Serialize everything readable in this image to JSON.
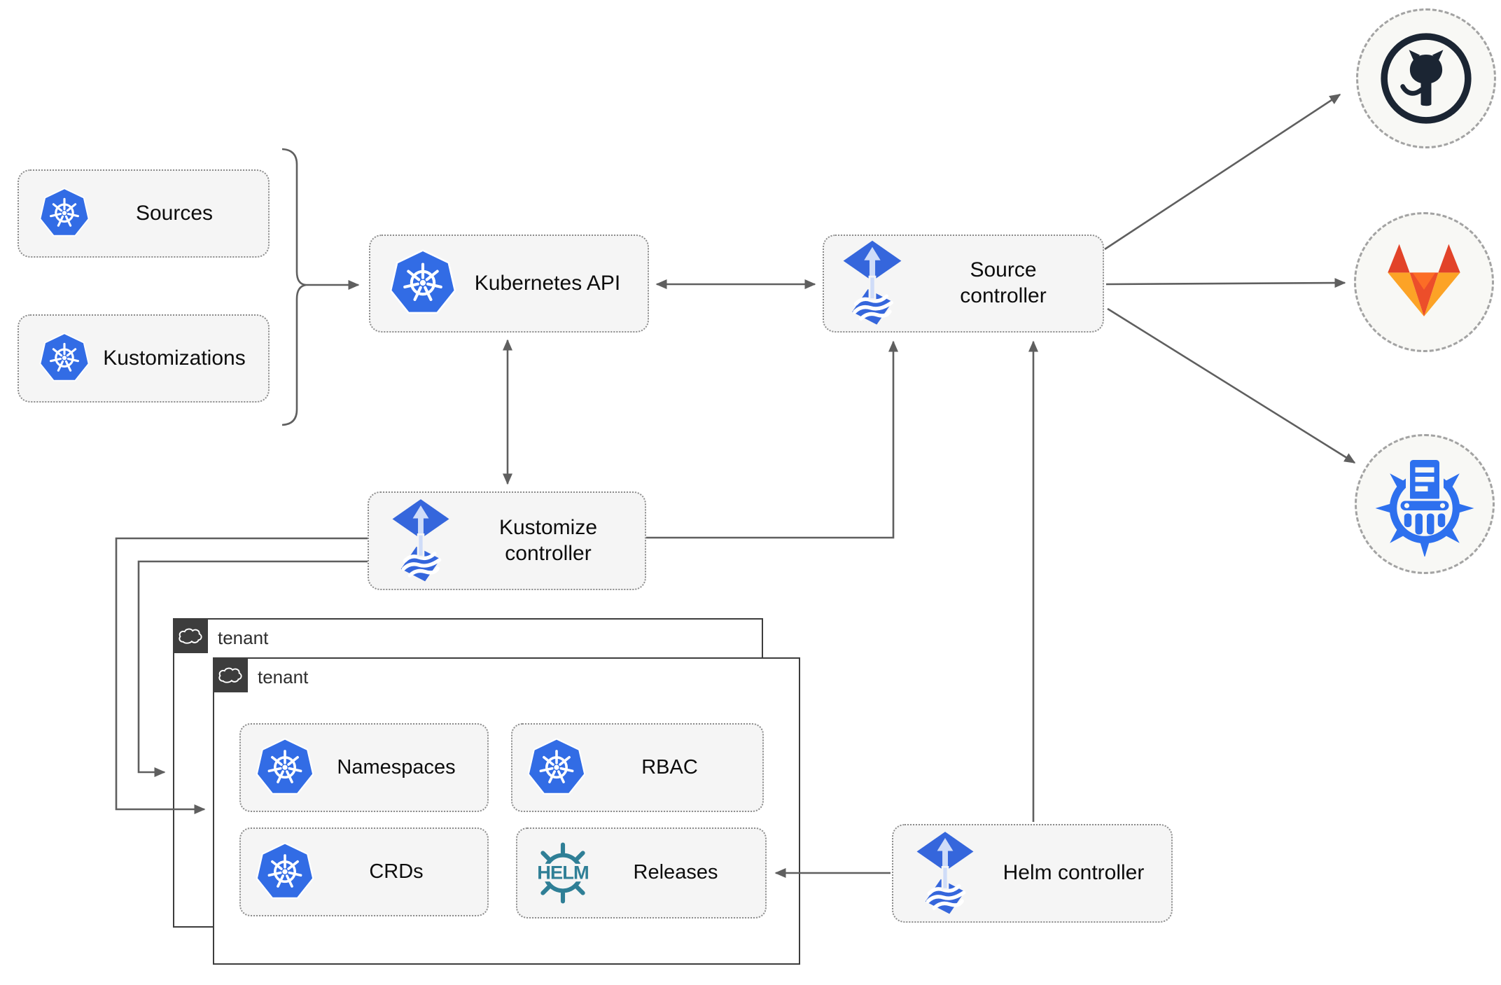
{
  "diagram_type": "flux-gitops-architecture",
  "colors": {
    "kubernetes_blue": "#326ce5",
    "flux_blue": "#3566dc",
    "flux_arrow_light": "#cfdcf8",
    "helm_teal": "#2f7f96",
    "github_dark": "#1b2533",
    "gitlab_red": "#e24329",
    "gitlab_orange": "#fc6d26",
    "gitlab_yellow": "#fca326",
    "harbor_blue": "#2e70ee",
    "connector_gray": "#5f5f5f",
    "node_fill": "#f5f5f5",
    "node_border": "#8c8c8c",
    "tenant_border": "#3d3d3d",
    "tenant_tab_bg": "#3d3d3d",
    "circle_fill": "#f8f8f5",
    "circle_border": "#a3a3a3"
  },
  "nodes": {
    "sources": {
      "label": "Sources",
      "icon": "kubernetes-icon"
    },
    "kustomizations": {
      "label": "Kustomizations",
      "icon": "kubernetes-icon"
    },
    "kubernetes_api": {
      "label": "Kubernetes API",
      "icon": "kubernetes-icon"
    },
    "source_controller": {
      "label": "Source controller",
      "icon": "flux-icon"
    },
    "kustomize_controller": {
      "label": "Kustomize controller",
      "icon": "flux-icon"
    },
    "helm_controller": {
      "label": "Helm controller",
      "icon": "flux-icon"
    },
    "namespaces": {
      "label": "Namespaces",
      "icon": "kubernetes-icon"
    },
    "rbac": {
      "label": "RBAC",
      "icon": "kubernetes-icon"
    },
    "crds": {
      "label": "CRDs",
      "icon": "kubernetes-icon"
    },
    "releases": {
      "label": "Releases",
      "icon": "helm-icon",
      "icon_text": "HELM"
    }
  },
  "tenants": {
    "back": {
      "label": "tenant",
      "icon": "cloud-icon"
    },
    "front": {
      "label": "tenant",
      "icon": "cloud-icon"
    }
  },
  "endpoints": {
    "github": {
      "icon": "github-icon"
    },
    "gitlab": {
      "icon": "gitlab-icon"
    },
    "harbor": {
      "icon": "harbor-registry-icon"
    }
  },
  "connections": [
    {
      "from": "sources+kustomizations",
      "to": "kubernetes_api",
      "style": "brace-then-arrow"
    },
    {
      "from": "kubernetes_api",
      "to": "source_controller",
      "style": "bidirectional-arrow"
    },
    {
      "from": "kubernetes_api",
      "to": "kustomize_controller",
      "style": "bidirectional-arrow"
    },
    {
      "from": "kustomize_controller",
      "to": "source_controller",
      "style": "arrow"
    },
    {
      "from": "kustomize_controller",
      "to": "tenant_front",
      "style": "arrow"
    },
    {
      "from": "kustomize_controller",
      "to": "tenant_back",
      "style": "arrow"
    },
    {
      "from": "helm_controller",
      "to": "source_controller",
      "style": "arrow"
    },
    {
      "from": "helm_controller",
      "to": "releases",
      "style": "arrow"
    },
    {
      "from": "source_controller",
      "to": "github",
      "style": "arrow"
    },
    {
      "from": "source_controller",
      "to": "gitlab",
      "style": "arrow"
    },
    {
      "from": "source_controller",
      "to": "harbor",
      "style": "arrow"
    }
  ]
}
